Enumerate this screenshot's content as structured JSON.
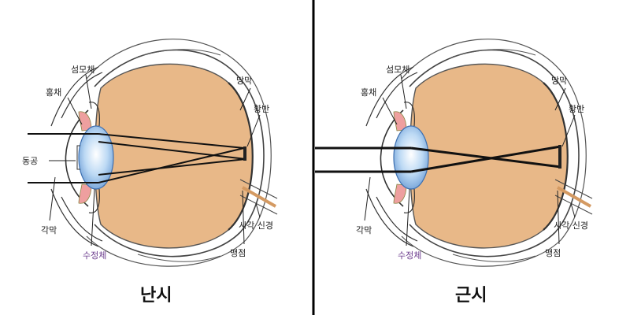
{
  "panels": [
    {
      "id": "astigmatism",
      "caption": "난시",
      "labels": {
        "ciliary_body": "섬모체",
        "iris": "홍채",
        "pupil": "동공",
        "cornea": "각막",
        "lens": "수정체",
        "retina": "망막",
        "macula": "황반",
        "optic_nerve": "시각 신경",
        "blind_spot": "맹점"
      }
    },
    {
      "id": "myopia",
      "caption": "근시",
      "labels": {
        "ciliary_body": "섬모체",
        "iris": "홍채",
        "cornea": "각막",
        "lens": "수정체",
        "retina": "망막",
        "macula": "황반",
        "optic_nerve": "시각 신경",
        "blind_spot": "맹점"
      }
    }
  ],
  "colors": {
    "eyeball_fill": "#e8b888",
    "lens_fill": "#a9cdef",
    "iris_fill": "#ee9f9f",
    "optic_nerve": "#d49a62",
    "lens_label": "#6a3a8c",
    "divider": "#000000"
  }
}
